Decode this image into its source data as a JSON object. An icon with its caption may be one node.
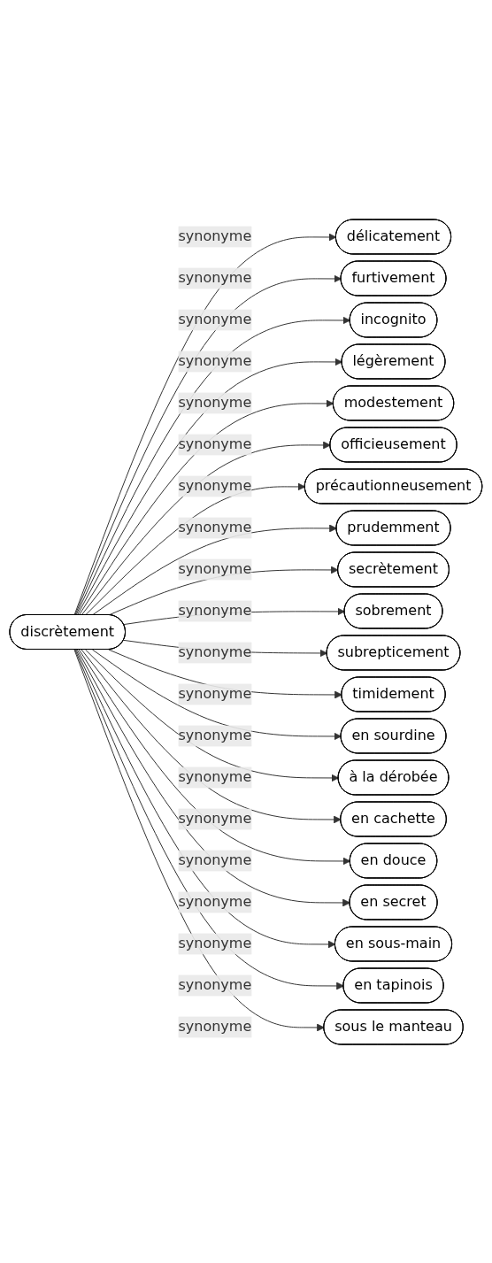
{
  "diagram": {
    "nodes": [
      {
        "text": [
          "discrètement"
        ]
      },
      {
        "text": [
          "délicatement"
        ]
      },
      {
        "text": [
          "furtivement"
        ]
      },
      {
        "text": [
          "incognito"
        ]
      },
      {
        "text": [
          "légèrement"
        ]
      },
      {
        "text": [
          "modestement"
        ]
      },
      {
        "text": [
          "officieusement"
        ]
      },
      {
        "text": [
          "précautionneusement"
        ]
      },
      {
        "text": [
          "prudemment"
        ]
      },
      {
        "text": [
          "secrètement"
        ]
      },
      {
        "text": [
          "sobrement"
        ]
      },
      {
        "text": [
          "subrepticement"
        ]
      },
      {
        "text": [
          "timidement"
        ]
      },
      {
        "text": [
          "en sourdine"
        ]
      },
      {
        "text": [
          "à la dérobée"
        ]
      },
      {
        "text": [
          "en cachette"
        ]
      },
      {
        "text": [
          "en douce"
        ]
      },
      {
        "text": [
          "en secret"
        ]
      },
      {
        "text": [
          "en sous-main"
        ]
      },
      {
        "text": [
          "en tapinois"
        ]
      },
      {
        "text": [
          "sous le manteau"
        ]
      }
    ],
    "edges": [
      {
        "from": 0,
        "to": 1,
        "arrow": "to",
        "label": "synonyme"
      },
      {
        "from": 0,
        "to": 2,
        "arrow": "to",
        "label": "synonyme"
      },
      {
        "from": 0,
        "to": 3,
        "arrow": "to",
        "label": "synonyme"
      },
      {
        "from": 0,
        "to": 4,
        "arrow": "to",
        "label": "synonyme"
      },
      {
        "from": 0,
        "to": 5,
        "arrow": "to",
        "label": "synonyme"
      },
      {
        "from": 0,
        "to": 6,
        "arrow": "to",
        "label": "synonyme"
      },
      {
        "from": 0,
        "to": 7,
        "arrow": "to",
        "label": "synonyme"
      },
      {
        "from": 0,
        "to": 8,
        "arrow": "to",
        "label": "synonyme"
      },
      {
        "from": 0,
        "to": 9,
        "arrow": "to",
        "label": "synonyme"
      },
      {
        "from": 0,
        "to": 10,
        "arrow": "to",
        "label": "synonyme"
      },
      {
        "from": 0,
        "to": 11,
        "arrow": "to",
        "label": "synonyme"
      },
      {
        "from": 0,
        "to": 12,
        "arrow": "to",
        "label": "synonyme"
      },
      {
        "from": 0,
        "to": 13,
        "arrow": "to",
        "label": "synonyme"
      },
      {
        "from": 0,
        "to": 14,
        "arrow": "to",
        "label": "synonyme"
      },
      {
        "from": 0,
        "to": 15,
        "arrow": "to",
        "label": "synonyme"
      },
      {
        "from": 0,
        "to": 16,
        "arrow": "to",
        "label": "synonyme"
      },
      {
        "from": 0,
        "to": 17,
        "arrow": "to",
        "label": "synonyme"
      },
      {
        "from": 0,
        "to": 18,
        "arrow": "to",
        "label": "synonyme"
      },
      {
        "from": 0,
        "to": 19,
        "arrow": "to",
        "label": "synonyme"
      },
      {
        "from": 0,
        "to": 20,
        "arrow": "to",
        "label": "synonyme"
      }
    ]
  }
}
